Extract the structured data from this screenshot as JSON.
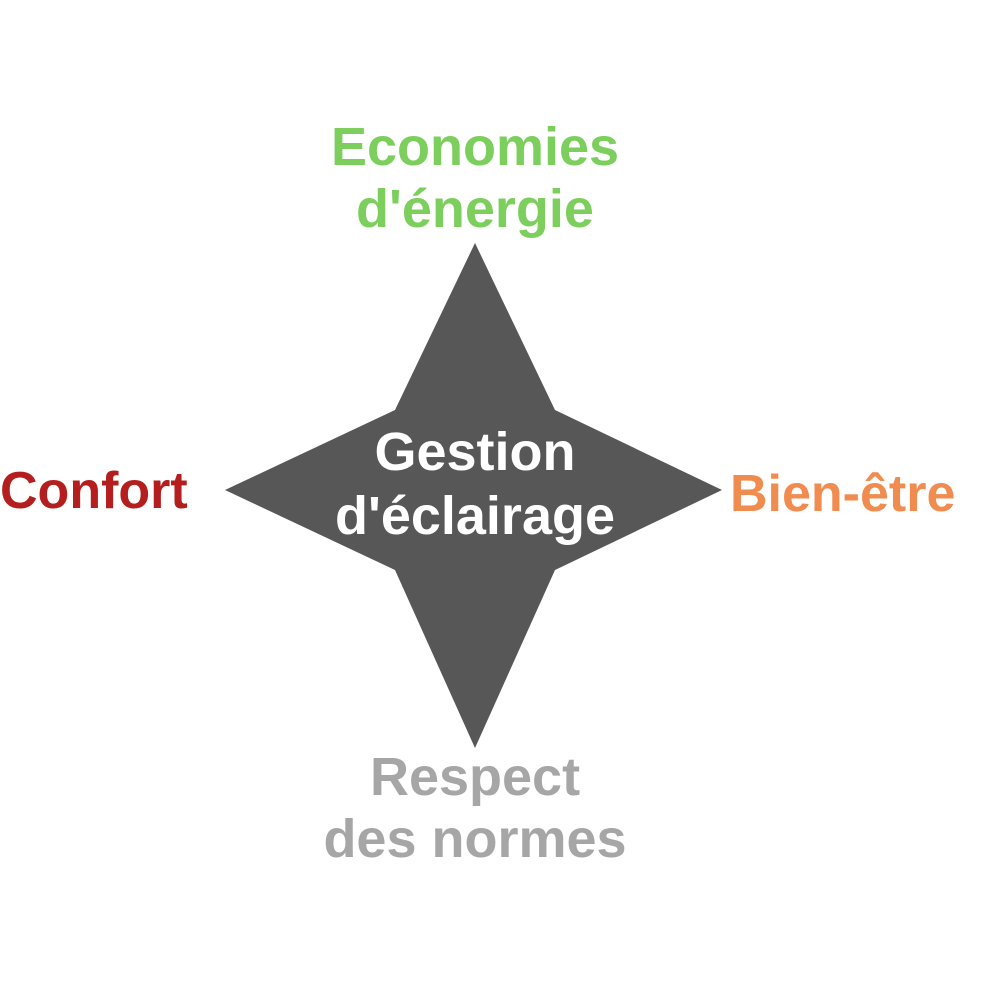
{
  "diagram": {
    "center": {
      "line1": "Gestion",
      "line2": "d'éclairage",
      "text_color": "#ffffff"
    },
    "star_color": "#575757",
    "top": {
      "line1": "Economies",
      "line2": "d'énergie",
      "color": "#7ccf5c"
    },
    "left": {
      "text": "Confort",
      "color": "#b41e1e"
    },
    "right": {
      "text": "Bien-être",
      "color": "#f08c4f"
    },
    "bottom": {
      "line1": "Respect",
      "line2": "des normes",
      "color": "#a6a6a6"
    }
  }
}
